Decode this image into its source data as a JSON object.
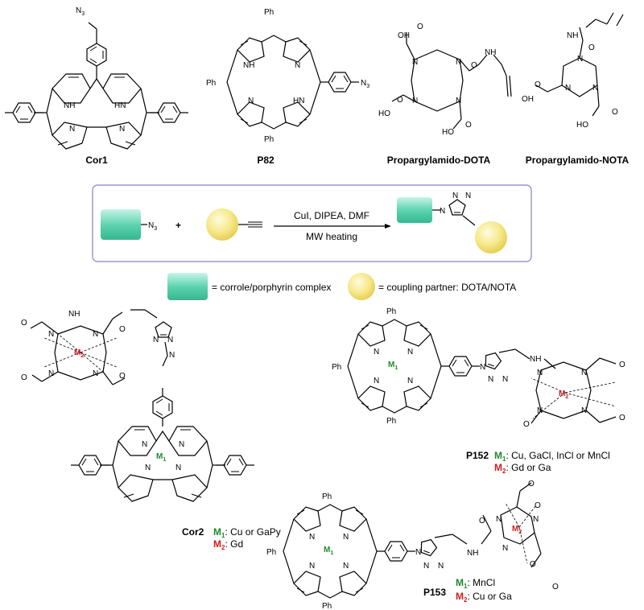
{
  "compounds": {
    "cor1": "Cor1",
    "p82": "P82",
    "dota": "Propargylamido-DOTA",
    "nota": "Propargylamido-NOTA",
    "cor2": "Cor2",
    "p152": "P152",
    "p153": "P153"
  },
  "atoms": {
    "n3": "N",
    "n3_sub": "3",
    "nh": "NH",
    "hn": "HN",
    "n": "N",
    "ph": "Ph",
    "oh": "OH",
    "ho": "HO",
    "o": "O",
    "m1": "M",
    "m1_sub": "1",
    "m2": "M",
    "m2_sub": "2"
  },
  "reaction": {
    "conditions_top": "CuI, DIPEA, DMF",
    "conditions_bottom": "MW heating",
    "plus": "+"
  },
  "legend": {
    "square_text": "= corrole/porphyrin complex",
    "circle_text": "= coupling partner: DOTA/NOTA"
  },
  "metal_notes": {
    "cor2_m1": ": Cu or GaPy",
    "cor2_m2": ": Gd",
    "p152_m1": ": Cu, GaCl, InCl or MnCl",
    "p152_m2": ": Gd or Ga",
    "p153_m1": ": MnCl",
    "p153_m2": ": Cu or Ga"
  },
  "colors": {
    "box_border": "#8a7fc4",
    "square_fill": "#5fd3b0",
    "circle_fill": "#f3e27a",
    "metal1": "#1f8a2e",
    "metal2": "#d11d1d"
  }
}
